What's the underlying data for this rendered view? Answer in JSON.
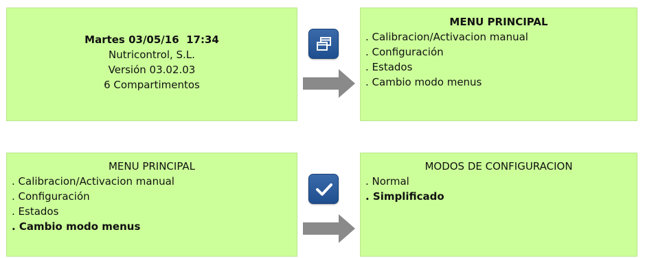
{
  "screen_home": {
    "line1": "Martes 03/05/16  17:34",
    "line2": "Nutricontrol, S.L.",
    "line3": "Versión 03.02.03",
    "line4": "6 Compartimentos"
  },
  "screen_main_menu": {
    "title": "MENU PRINCIPAL",
    "items": [
      ". Calibracion/Activacion manual",
      ". Configuración",
      ". Estados",
      ". Cambio modo menus"
    ]
  },
  "screen_main_menu_selected": {
    "title": "MENU PRINCIPAL",
    "items": [
      ". Calibracion/Activacion manual",
      ". Configuración",
      ". Estados",
      ". Cambio modo menus"
    ]
  },
  "screen_config_modes": {
    "title": "MODOS DE CONFIGURACION",
    "items": [
      ". Normal",
      ". Simplificado"
    ]
  },
  "icons": {
    "menu_button": "windows-icon",
    "confirm_button": "check-icon"
  },
  "colors": {
    "screen_bg": "#ccff99",
    "button_blue": "#2a5c9c",
    "arrow_gray": "#8a8a8a"
  }
}
